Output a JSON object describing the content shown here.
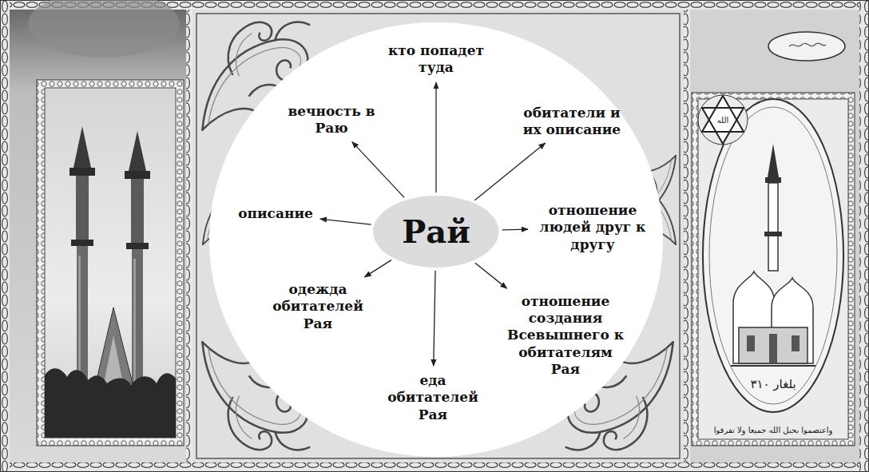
{
  "diagram": {
    "nodes": [
      {
        "text": [
          "Рай"
        ]
      },
      {
        "text": [
          "кто попадет туда"
        ]
      },
      {
        "text": [
          "обитатели и их описание"
        ]
      },
      {
        "text": [
          "отношение людей друг к другу"
        ]
      },
      {
        "text": [
          "отношение создания Всевышнего к обитателям Рая"
        ]
      },
      {
        "text": [
          "еда обитателей Рая"
        ]
      },
      {
        "text": [
          "одежда обитателей Рая"
        ]
      },
      {
        "text": [
          "описание"
        ]
      },
      {
        "text": [
          "вечность в Раю"
        ]
      }
    ],
    "edges": [
      {
        "from": 0,
        "to": 1,
        "arrow": "to"
      },
      {
        "from": 0,
        "to": 2,
        "arrow": "to"
      },
      {
        "from": 0,
        "to": 3,
        "arrow": "to"
      },
      {
        "from": 0,
        "to": 4,
        "arrow": "to"
      },
      {
        "from": 0,
        "to": 5,
        "arrow": "to"
      },
      {
        "from": 0,
        "to": 6,
        "arrow": "to"
      },
      {
        "from": 0,
        "to": 7,
        "arrow": "to"
      },
      {
        "from": 0,
        "to": 8,
        "arrow": "to"
      }
    ],
    "labels": [
      "الله",
      "بلغار ٣١٠",
      "واعتصموا بحبل الله جميعا ولا تفرقوا"
    ]
  }
}
